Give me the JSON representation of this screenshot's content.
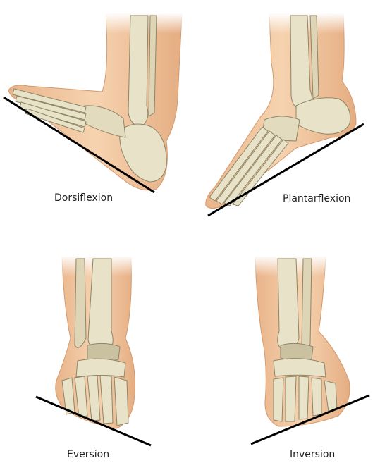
{
  "labels": {
    "dorsiflexion": "Dorsiflexion",
    "plantarflexion": "Plantarflexion",
    "eversion": "Eversion",
    "inversion": "Inversion"
  },
  "colors": {
    "skin": "#f3c9a0",
    "skin_shadow": "#e3a97d",
    "bone": "#e8e2c8",
    "bone_shadow": "#bdb38e",
    "bone_outline": "#8d8566",
    "ground_line": "#000000"
  }
}
